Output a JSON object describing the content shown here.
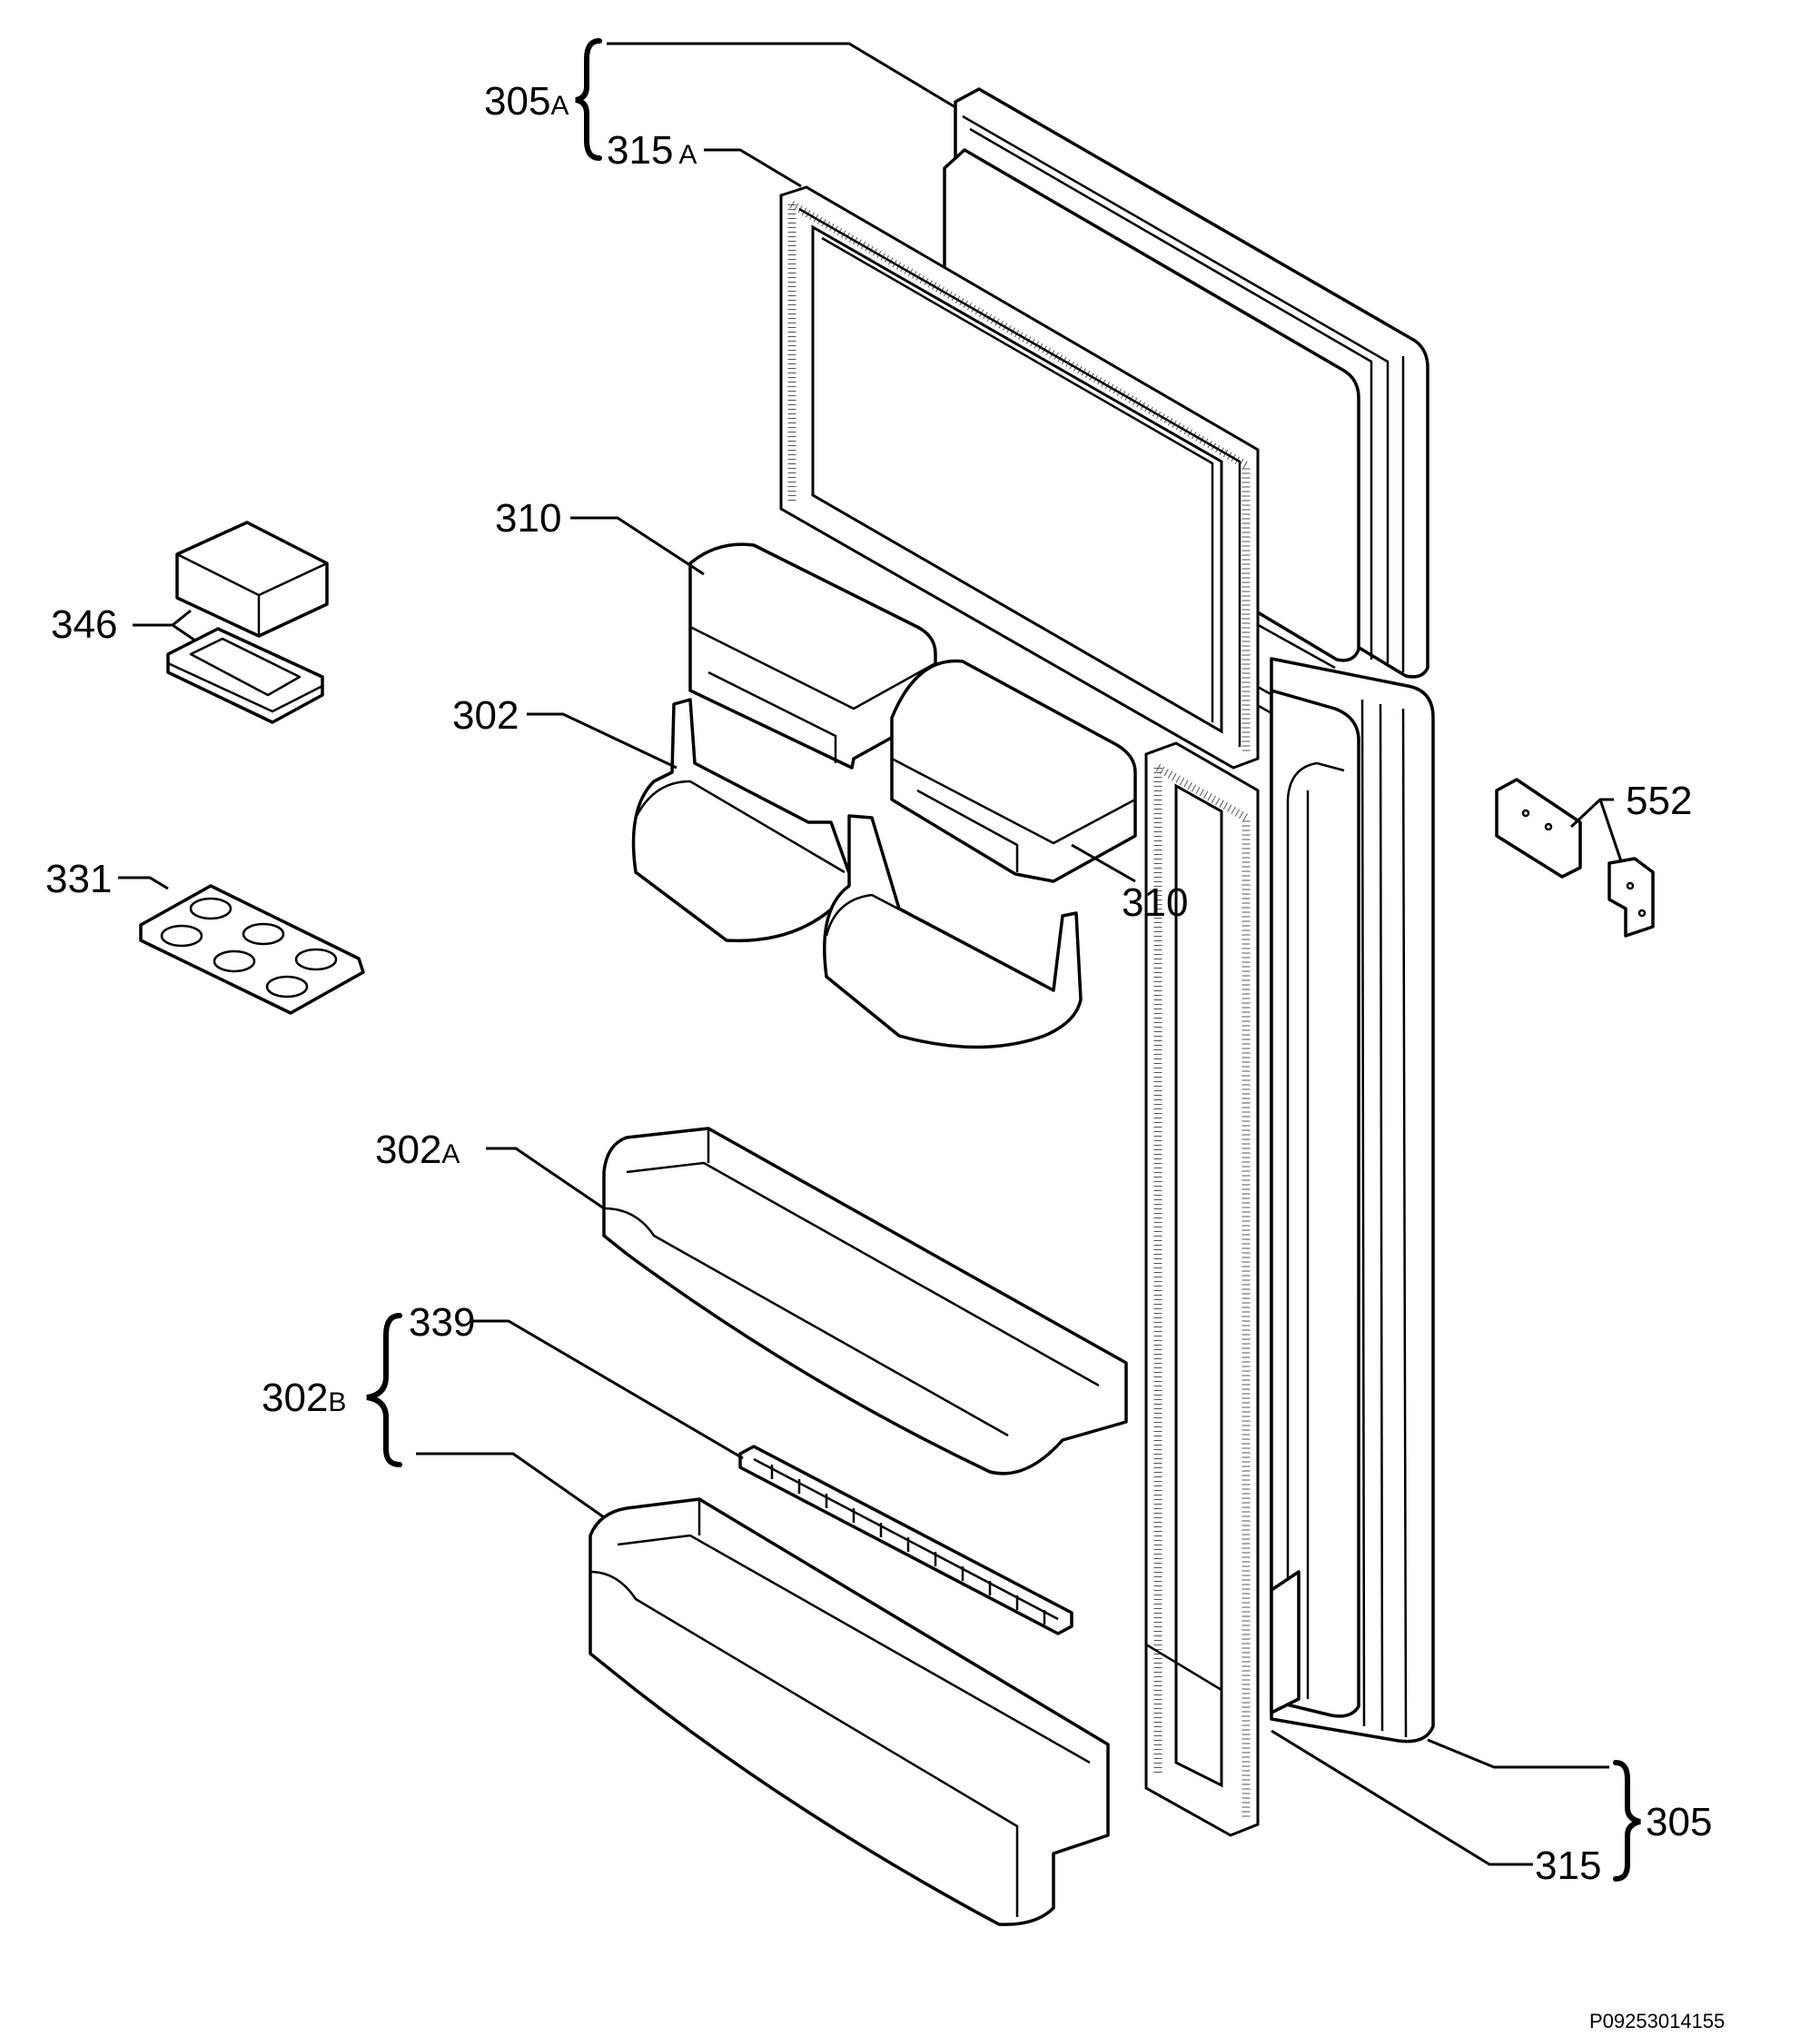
{
  "labels": {
    "l305a": {
      "num": "305",
      "suffix": "A"
    },
    "l315a": {
      "num": "315",
      "suffix": "A"
    },
    "l310a": {
      "num": "310"
    },
    "l346": {
      "num": "346"
    },
    "l302": {
      "num": "302"
    },
    "l310b": {
      "num": "310"
    },
    "l552": {
      "num": "552"
    },
    "l331": {
      "num": "331"
    },
    "l302a": {
      "num": "302",
      "suffix": "A"
    },
    "l339": {
      "num": "339"
    },
    "l302b": {
      "num": "302",
      "suffix": "B"
    },
    "l305": {
      "num": "305"
    },
    "l315": {
      "num": "315"
    }
  },
  "reference": "P09253014155"
}
